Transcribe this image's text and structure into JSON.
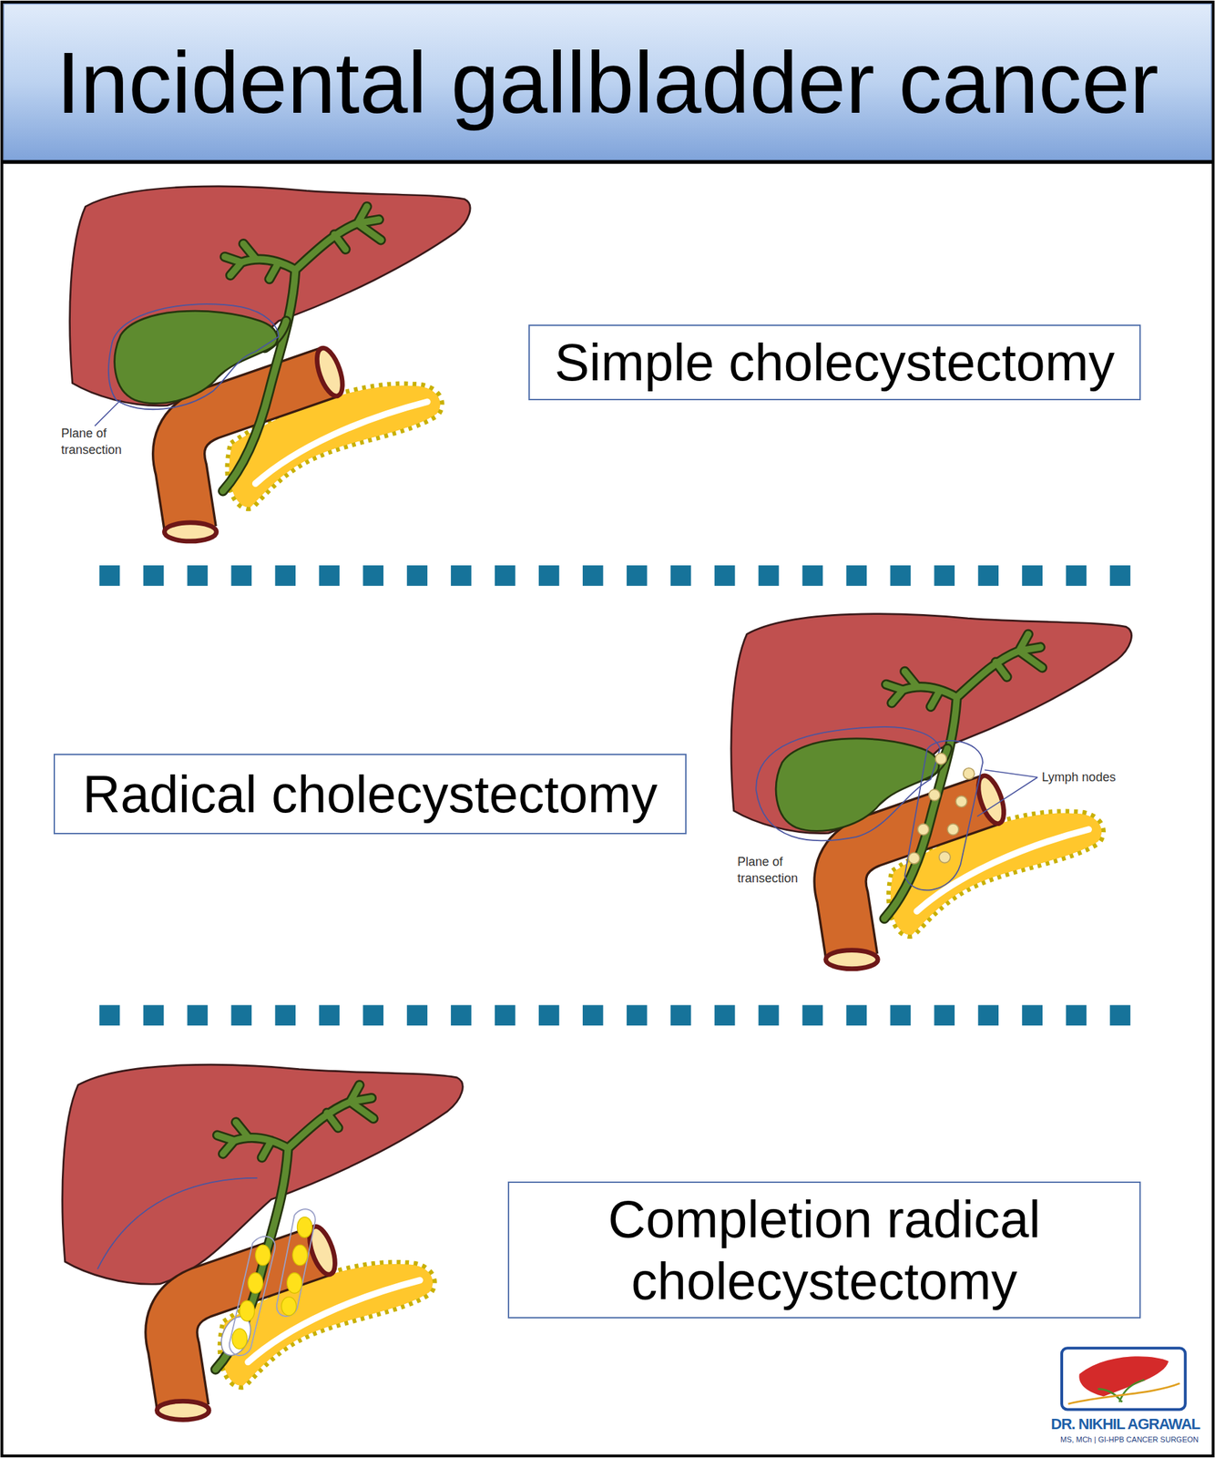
{
  "diagram": {
    "title": "Incidental gallbladder cancer",
    "nodes": [
      {
        "text": [
          "Simple cholecystectomy"
        ]
      },
      {
        "text": [
          "Radical cholecystectomy"
        ]
      },
      {
        "text": [
          "Completion radical cholecystectomy"
        ]
      }
    ],
    "labels": [
      "Plane of transection",
      "Lymph nodes",
      "Plane of transection",
      "DR. NIKHIL AGRAWAL",
      "MS, MCh | GI-HPB CANCER SURGEON"
    ]
  }
}
